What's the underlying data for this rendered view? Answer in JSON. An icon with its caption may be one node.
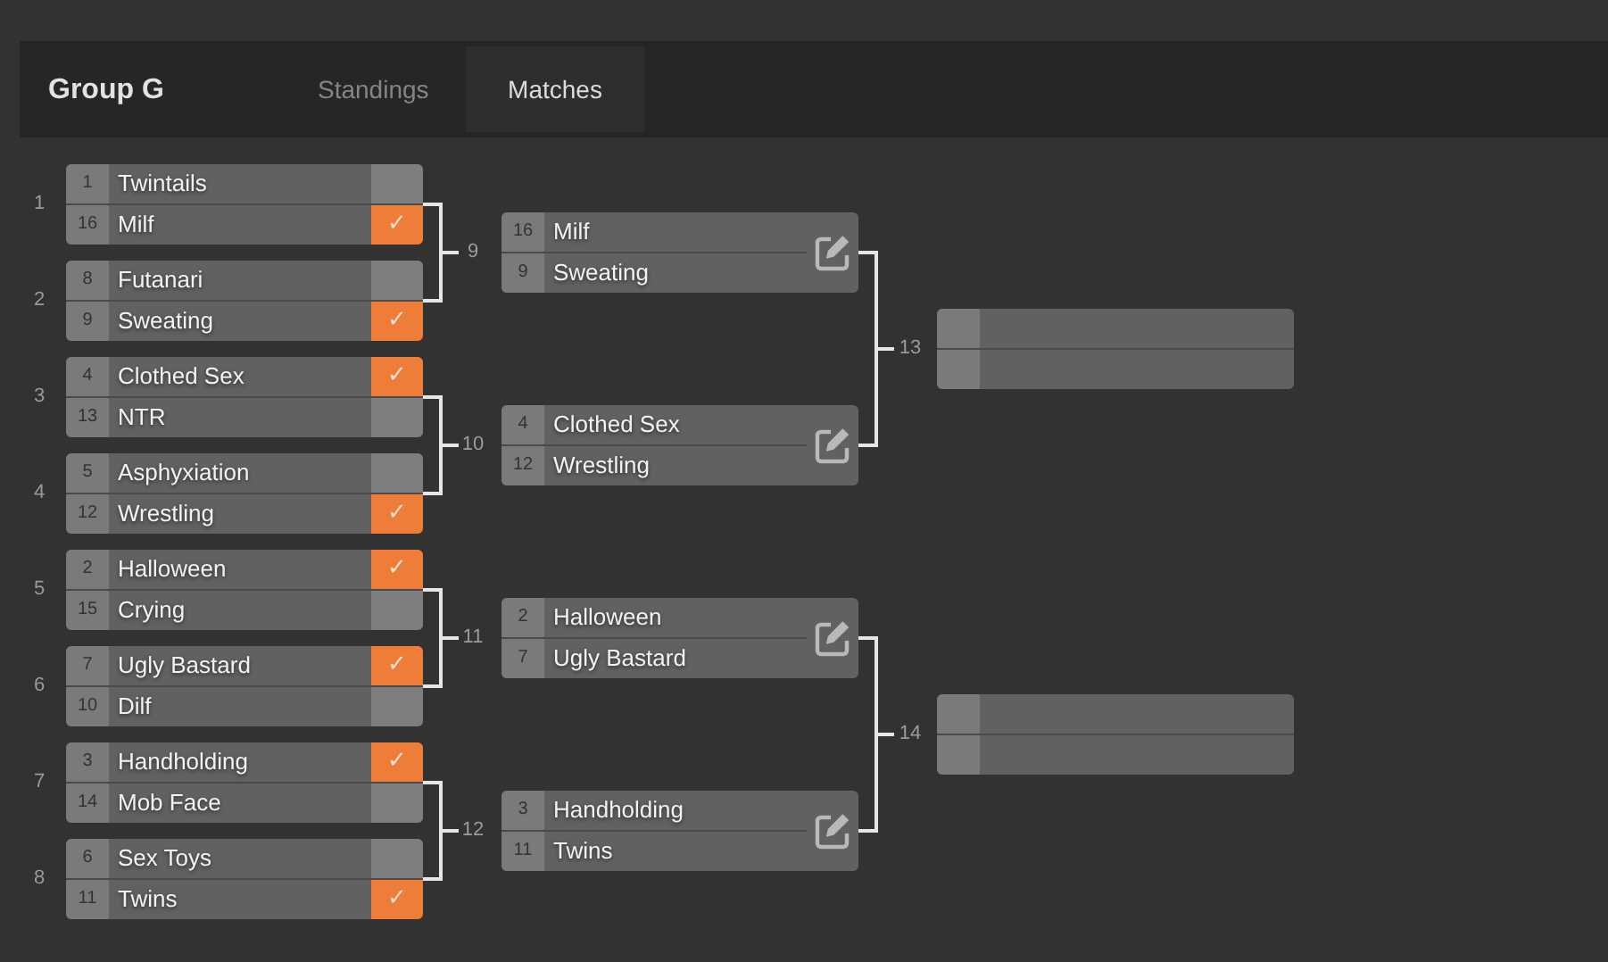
{
  "diagram": {
    "title": "Group G",
    "nodes": [
      {
        "text": [],
        "shape": "box",
        "beside": [
          "1"
        ]
      },
      {
        "text": [
          "1",
          "Twintails"
        ],
        "in": 0
      },
      {
        "text": [
          "16",
          "Milf",
          "✓"
        ],
        "in": 0
      },
      {
        "text": [],
        "shape": "box",
        "beside": [
          "2"
        ]
      },
      {
        "text": [
          "8",
          "Futanari"
        ],
        "in": 3
      },
      {
        "text": [
          "9",
          "Sweating",
          "✓"
        ],
        "in": 3
      },
      {
        "text": [],
        "shape": "box",
        "beside": [
          "3"
        ]
      },
      {
        "text": [
          "4",
          "Clothed Sex",
          "✓"
        ],
        "in": 6
      },
      {
        "text": [
          "13",
          "NTR"
        ],
        "in": 6
      },
      {
        "text": [],
        "shape": "box",
        "beside": [
          "4"
        ]
      },
      {
        "text": [
          "5",
          "Asphyxiation"
        ],
        "in": 9
      },
      {
        "text": [
          "12",
          "Wrestling",
          "✓"
        ],
        "in": 9
      },
      {
        "text": [],
        "shape": "box",
        "beside": [
          "5"
        ]
      },
      {
        "text": [
          "2",
          "Halloween",
          "✓"
        ],
        "in": 12
      },
      {
        "text": [
          "15",
          "Crying"
        ],
        "in": 12
      },
      {
        "text": [],
        "shape": "box",
        "beside": [
          "6"
        ]
      },
      {
        "text": [
          "7",
          "Ugly Bastard",
          "✓"
        ],
        "in": 15
      },
      {
        "text": [
          "10",
          "Dilf"
        ],
        "in": 15
      },
      {
        "text": [],
        "shape": "box",
        "beside": [
          "7"
        ]
      },
      {
        "text": [
          "3",
          "Handholding",
          "✓"
        ],
        "in": 18
      },
      {
        "text": [
          "14",
          "Mob Face"
        ],
        "in": 18
      },
      {
        "text": [],
        "shape": "box",
        "beside": [
          "8"
        ]
      },
      {
        "text": [
          "6",
          "Sex Toys"
        ],
        "in": 21
      },
      {
        "text": [
          "11",
          "Twins",
          "✓"
        ],
        "in": 21
      },
      {
        "text": [],
        "shape": "box",
        "beside": [
          "9"
        ]
      },
      {
        "text": [
          "16",
          "Milf"
        ],
        "in": 24
      },
      {
        "text": [
          "9",
          "Sweating"
        ],
        "in": 24
      },
      {
        "text": [],
        "shape": "box",
        "beside": [
          "10"
        ]
      },
      {
        "text": [
          "4",
          "Clothed Sex"
        ],
        "in": 27
      },
      {
        "text": [
          "12",
          "Wrestling"
        ],
        "in": 27
      },
      {
        "text": [],
        "shape": "box",
        "beside": [
          "11"
        ]
      },
      {
        "text": [
          "2",
          "Halloween"
        ],
        "in": 30
      },
      {
        "text": [
          "7",
          "Ugly Bastard"
        ],
        "in": 30
      },
      {
        "text": [],
        "shape": "box",
        "beside": [
          "12"
        ]
      },
      {
        "text": [
          "3",
          "Handholding"
        ],
        "in": 33
      },
      {
        "text": [
          "11",
          "Twins"
        ],
        "in": 33
      },
      {
        "text": [],
        "shape": "box",
        "beside": [
          "13"
        ]
      },
      {
        "text": [],
        "shape": "box",
        "in": 36
      },
      {
        "text": [],
        "shape": "box",
        "in": 36
      },
      {
        "text": [],
        "shape": "box",
        "beside": [
          "14"
        ]
      },
      {
        "text": [],
        "shape": "box",
        "in": 39
      },
      {
        "text": [],
        "shape": "box",
        "in": 39
      }
    ],
    "edges": [
      {
        "from": 0,
        "to": 24,
        "arrow": "none"
      },
      {
        "from": 3,
        "to": 24,
        "arrow": "none"
      },
      {
        "from": 6,
        "to": 27,
        "arrow": "none"
      },
      {
        "from": 9,
        "to": 27,
        "arrow": "none"
      },
      {
        "from": 12,
        "to": 30,
        "arrow": "none"
      },
      {
        "from": 15,
        "to": 30,
        "arrow": "none"
      },
      {
        "from": 18,
        "to": 33,
        "arrow": "none"
      },
      {
        "from": 21,
        "to": 33,
        "arrow": "none"
      },
      {
        "from": 24,
        "to": 36,
        "arrow": "none"
      },
      {
        "from": 27,
        "to": 36,
        "arrow": "none"
      },
      {
        "from": 30,
        "to": 39,
        "arrow": "none"
      },
      {
        "from": 33,
        "to": 39,
        "arrow": "none"
      }
    ],
    "labels": [
      "Standings",
      "Matches"
    ]
  }
}
